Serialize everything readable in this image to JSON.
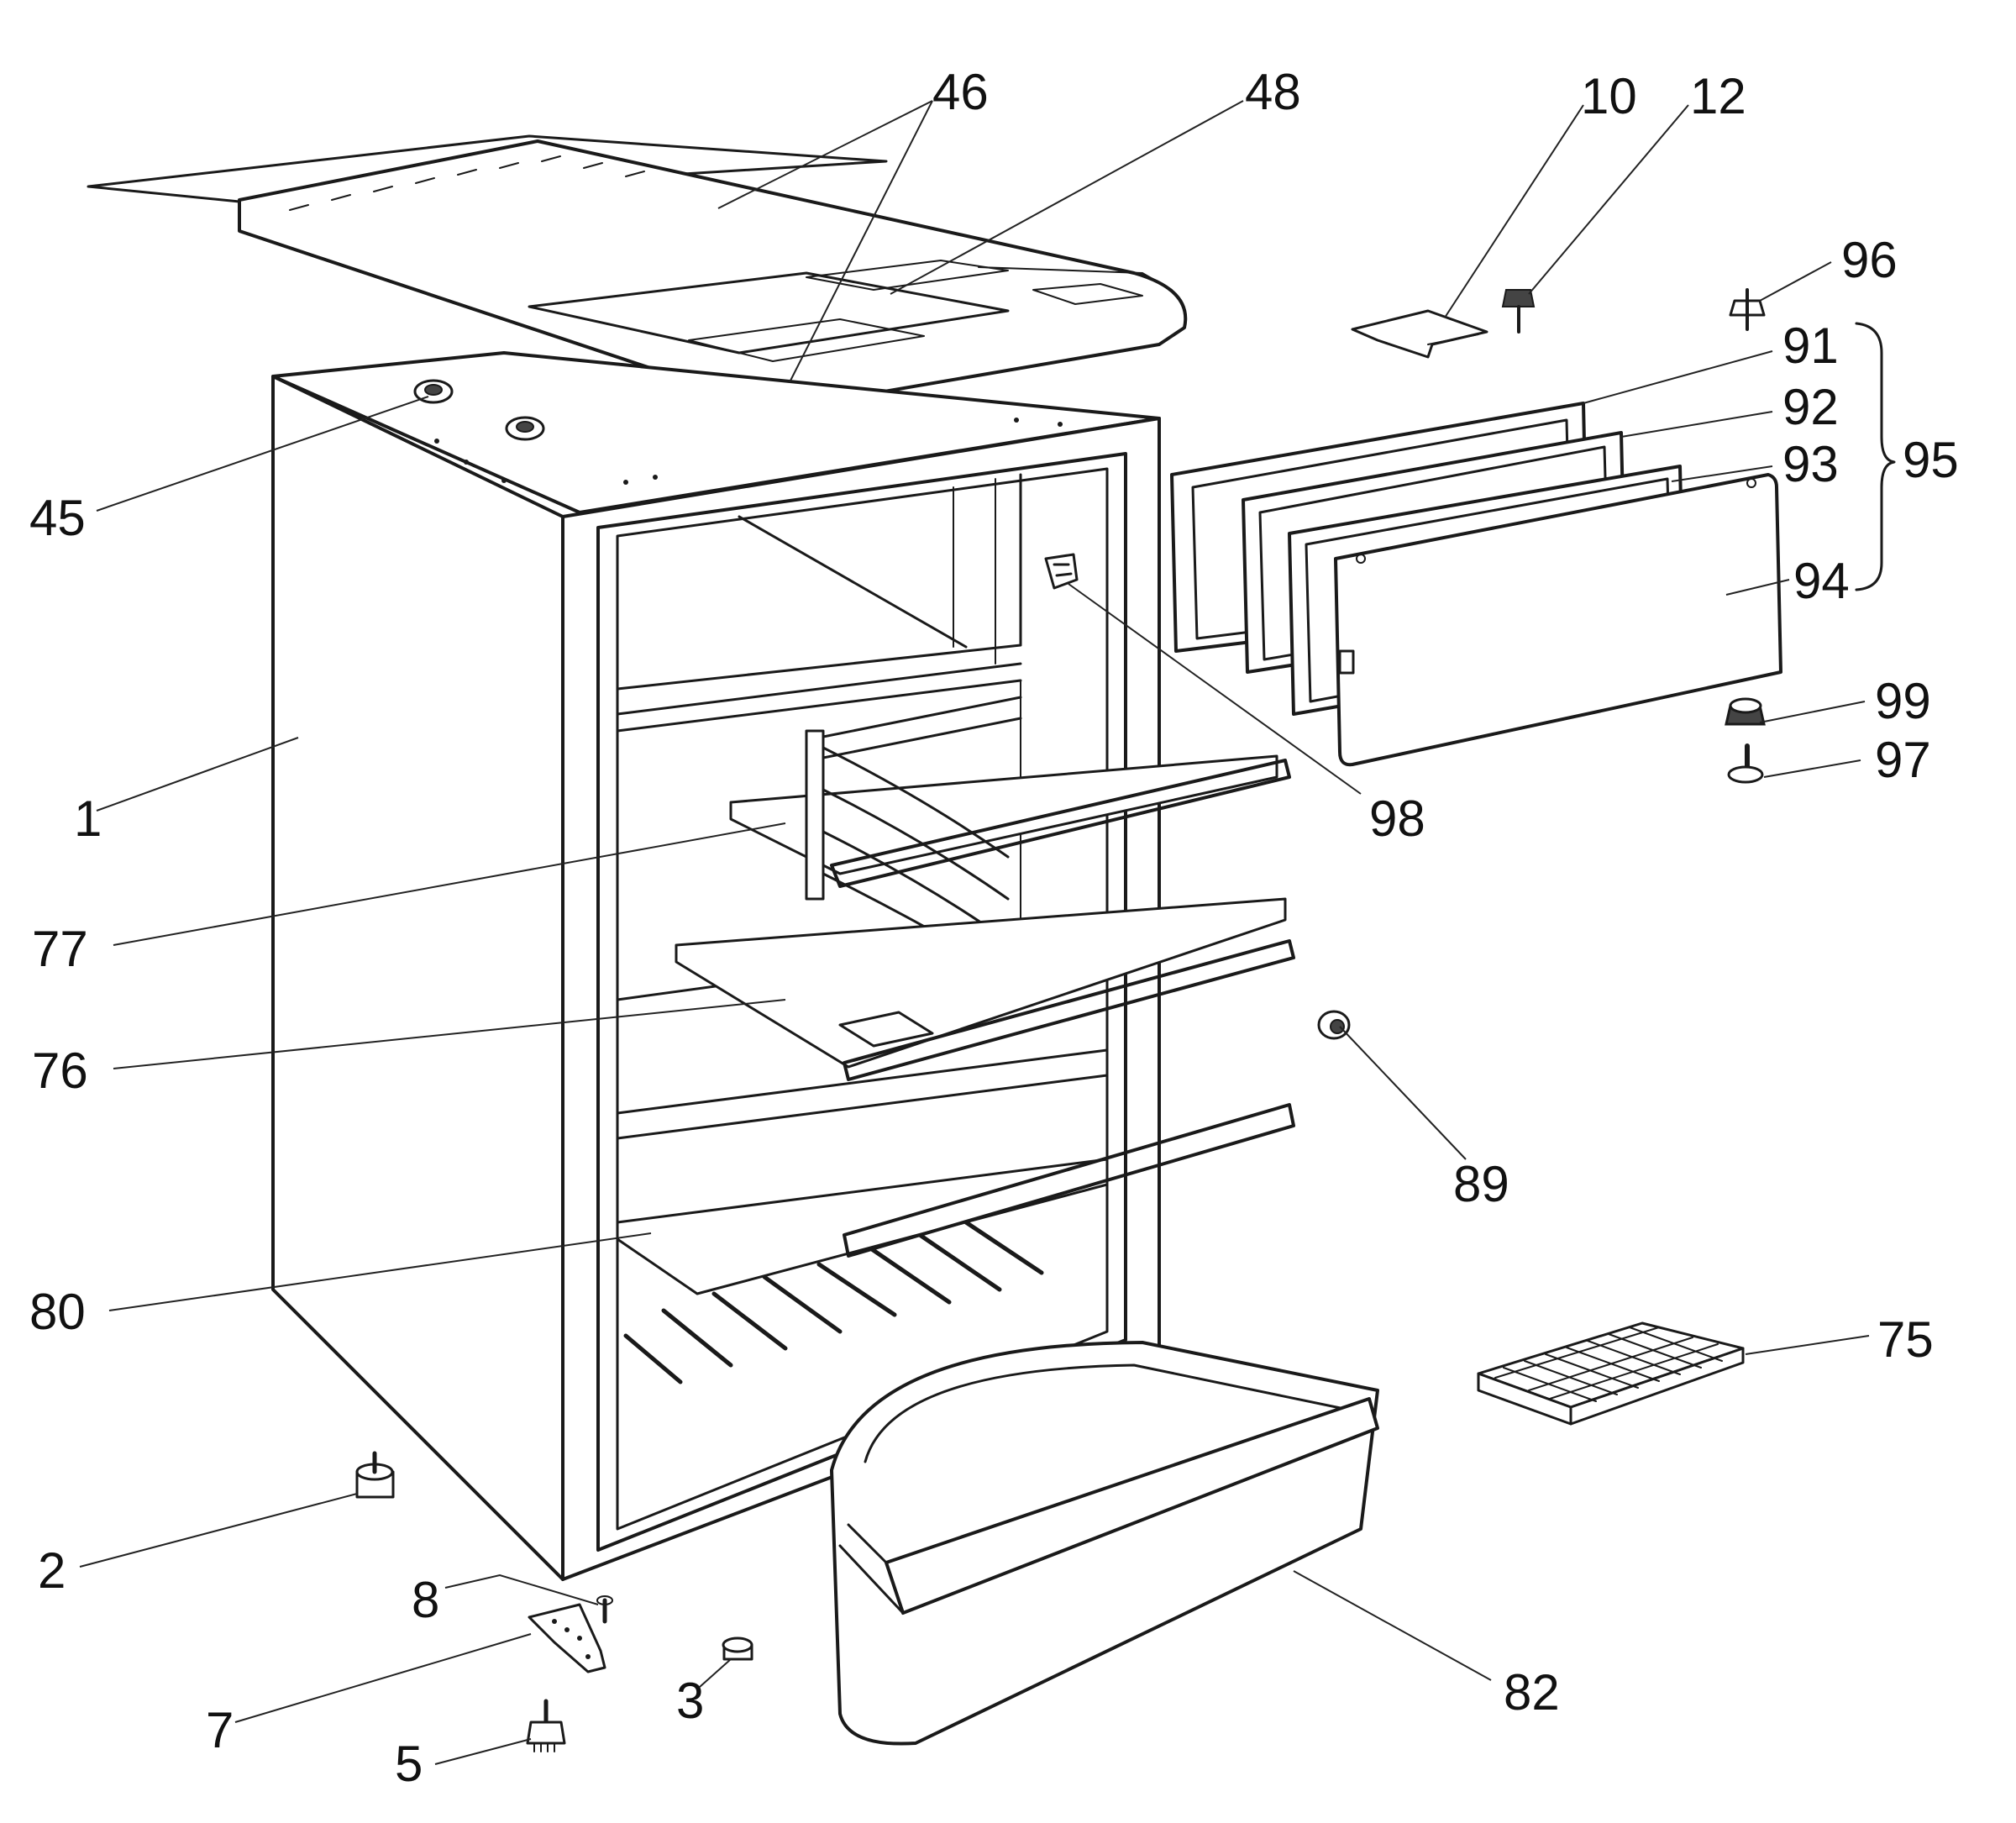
{
  "diagram": {
    "colors": {
      "ink": "#1a1a1a",
      "paper": "#ffffff"
    },
    "parts": [
      {
        "id": "46",
        "label": "46"
      },
      {
        "id": "48",
        "label": "48"
      },
      {
        "id": "10",
        "label": "10"
      },
      {
        "id": "12",
        "label": "12"
      },
      {
        "id": "96",
        "label": "96"
      },
      {
        "id": "91",
        "label": "91"
      },
      {
        "id": "92",
        "label": "92"
      },
      {
        "id": "93",
        "label": "93"
      },
      {
        "id": "95",
        "label": "95"
      },
      {
        "id": "94",
        "label": "94"
      },
      {
        "id": "45",
        "label": "45"
      },
      {
        "id": "1",
        "label": "1"
      },
      {
        "id": "98",
        "label": "98"
      },
      {
        "id": "99",
        "label": "99"
      },
      {
        "id": "97",
        "label": "97"
      },
      {
        "id": "77",
        "label": "77"
      },
      {
        "id": "76",
        "label": "76"
      },
      {
        "id": "89",
        "label": "89"
      },
      {
        "id": "80",
        "label": "80"
      },
      {
        "id": "75",
        "label": "75"
      },
      {
        "id": "2",
        "label": "2"
      },
      {
        "id": "8",
        "label": "8"
      },
      {
        "id": "7",
        "label": "7"
      },
      {
        "id": "3",
        "label": "3"
      },
      {
        "id": "82",
        "label": "82"
      },
      {
        "id": "5",
        "label": "5"
      }
    ]
  }
}
